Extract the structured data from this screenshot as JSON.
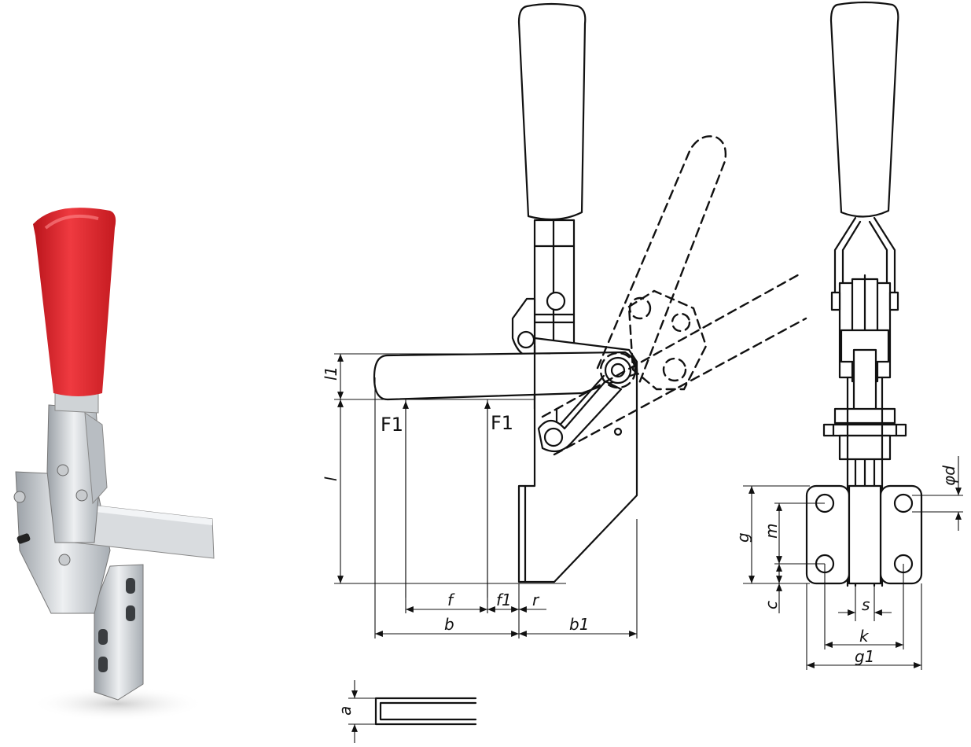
{
  "palette": {
    "handle_red": "#e8262d",
    "steel_light": "#e6e8ea",
    "steel_dark": "#8f959b",
    "line": "#111111"
  },
  "labels": {
    "l1": "l1",
    "l": "l",
    "F1_left": "F1",
    "F1_right": "F1",
    "f": "f",
    "f1": "f1",
    "r": "r",
    "b": "b",
    "b1": "b1",
    "a": "a",
    "g": "g",
    "m": "m",
    "c": "c",
    "phi_d": "φd",
    "s": "s",
    "k": "k",
    "g1": "g1"
  }
}
